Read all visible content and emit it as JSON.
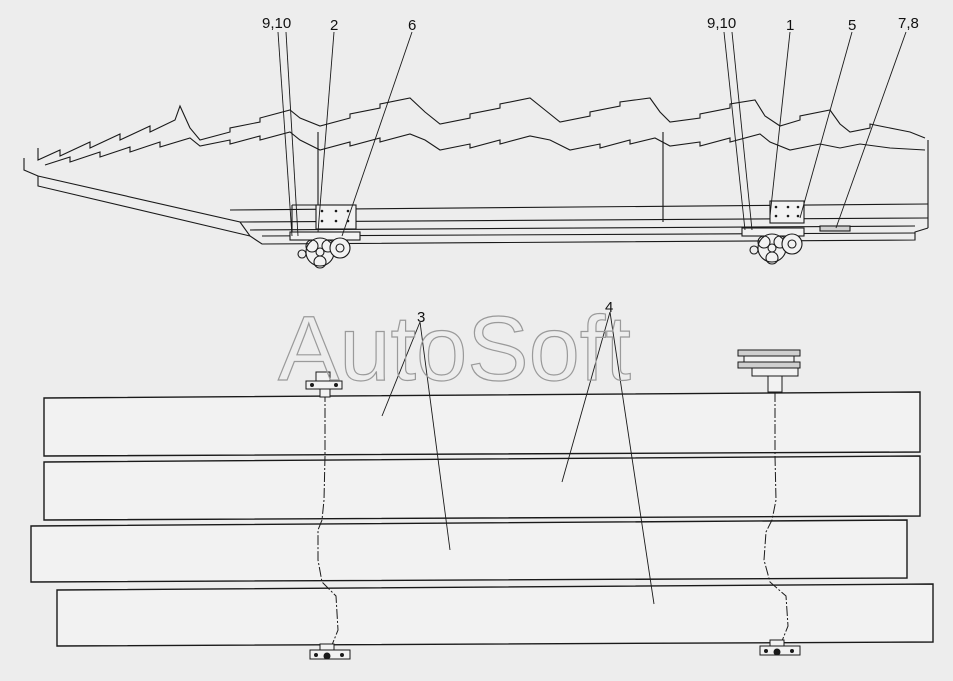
{
  "watermark": "AutoSoft",
  "callouts": {
    "c910_left": "9,10",
    "c2": "2",
    "c6": "6",
    "c910_right": "9,10",
    "c1": "1",
    "c5": "5",
    "c78": "7,8",
    "c3": "3",
    "c4": "4"
  },
  "colors": {
    "background": "#ededed",
    "line": "#1a1a1a",
    "panel": "#f2f2f2",
    "watermark": "#9a9a9a"
  }
}
